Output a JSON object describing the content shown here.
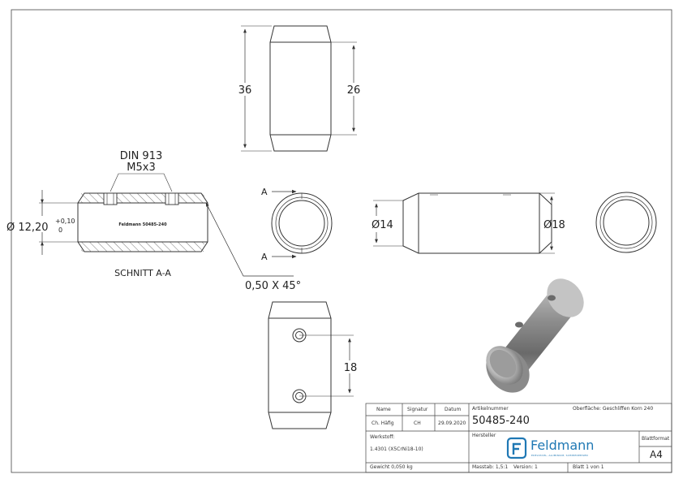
{
  "drawing": {
    "dim_height_36": "36",
    "dim_height_26": "26",
    "dim_dia_12": "Ø 12,20",
    "tol_upper": "+0,10",
    "tol_lower": "0",
    "din_label_1": "DIN 913",
    "din_label_2": "M5x3",
    "engraving": "Feldmann 50485-240",
    "section_label": "SCHNITT A-A",
    "chamfer_label": "0,50 X 45°",
    "section_mark_top": "A",
    "section_mark_bottom": "A",
    "dim_dia_14": "Ø14",
    "dim_dia_18": "Ø18",
    "dim_hole_spacing": "18"
  },
  "title_block": {
    "hdr_name": "Name",
    "hdr_signatur": "Signatur",
    "hdr_datum": "Datum",
    "name": "Ch. Häfig",
    "signatur": "CH",
    "datum": "29.09.2020",
    "artikelnummer_label": "Artikelnummer",
    "artikelnummer": "50485-240",
    "oberflaeche": "Oberfläche: Geschliffen Korn 240",
    "werkstoff_label": "Werkstoff:",
    "werkstoff": "1.4301 (X5CrNi18-10)",
    "hersteller_label": "Hersteller",
    "company": "Feldmann",
    "company_tagline": "EDELSTAHL, ALUMINIUM, SCHMIEDEEISEN",
    "blattformat_label": "Blattformat",
    "blattformat": "A4",
    "gewicht": "Gewicht 0,050 kg",
    "massstab": "Masstab: 1,5:1",
    "version": "Version: 1",
    "blatt": "Blatt 1 von 1"
  },
  "colors": {
    "line": "#333333",
    "hatch": "#555555",
    "brand": "#1f78b4",
    "metal_light": "#d6d6d6",
    "metal_dark": "#5a5a5a"
  }
}
